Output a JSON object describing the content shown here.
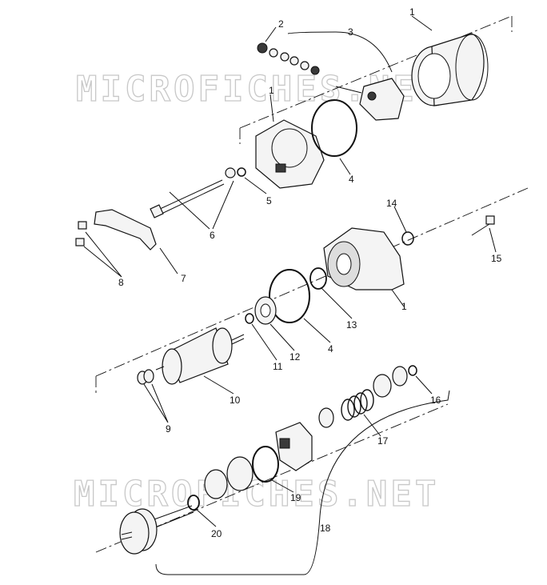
{
  "watermarks": [
    "MICROFICHES.NET",
    "MICROFICHES.NET"
  ],
  "callouts": [
    "1",
    "2",
    "3",
    "1",
    "4",
    "5",
    "6",
    "7",
    "8",
    "14",
    "15",
    "1",
    "13",
    "4",
    "12",
    "11",
    "10",
    "9",
    "16",
    "17",
    "19",
    "18",
    "20"
  ]
}
